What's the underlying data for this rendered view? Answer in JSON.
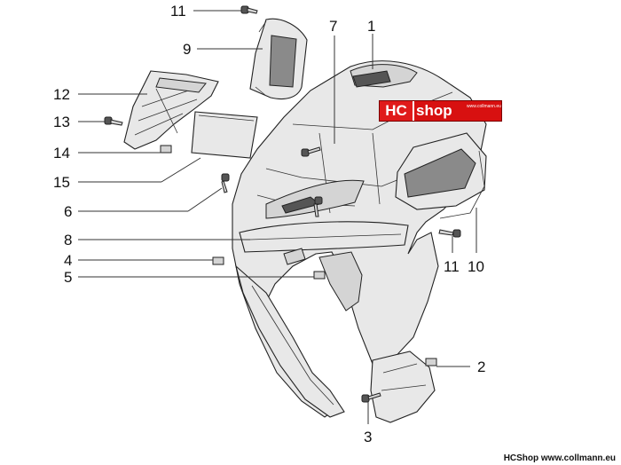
{
  "callouts": [
    {
      "id": "c11a",
      "label": "11"
    },
    {
      "id": "c9",
      "label": "9"
    },
    {
      "id": "c7",
      "label": "7"
    },
    {
      "id": "c1",
      "label": "1"
    },
    {
      "id": "c12",
      "label": "12"
    },
    {
      "id": "c13",
      "label": "13"
    },
    {
      "id": "c14",
      "label": "14"
    },
    {
      "id": "c15",
      "label": "15"
    },
    {
      "id": "c6",
      "label": "6"
    },
    {
      "id": "c8",
      "label": "8"
    },
    {
      "id": "c4",
      "label": "4"
    },
    {
      "id": "c5",
      "label": "5"
    },
    {
      "id": "c11b",
      "label": "11"
    },
    {
      "id": "c10",
      "label": "10"
    },
    {
      "id": "c2",
      "label": "2"
    },
    {
      "id": "c3",
      "label": "3"
    }
  ],
  "badge": {
    "hc": "HC",
    "shop": "shop",
    "url": "www.collmann.eu"
  },
  "footer": {
    "credit": "HCShop www.collmann.eu"
  },
  "colors": {
    "badge_red": "#d81010",
    "line": "#222222"
  }
}
